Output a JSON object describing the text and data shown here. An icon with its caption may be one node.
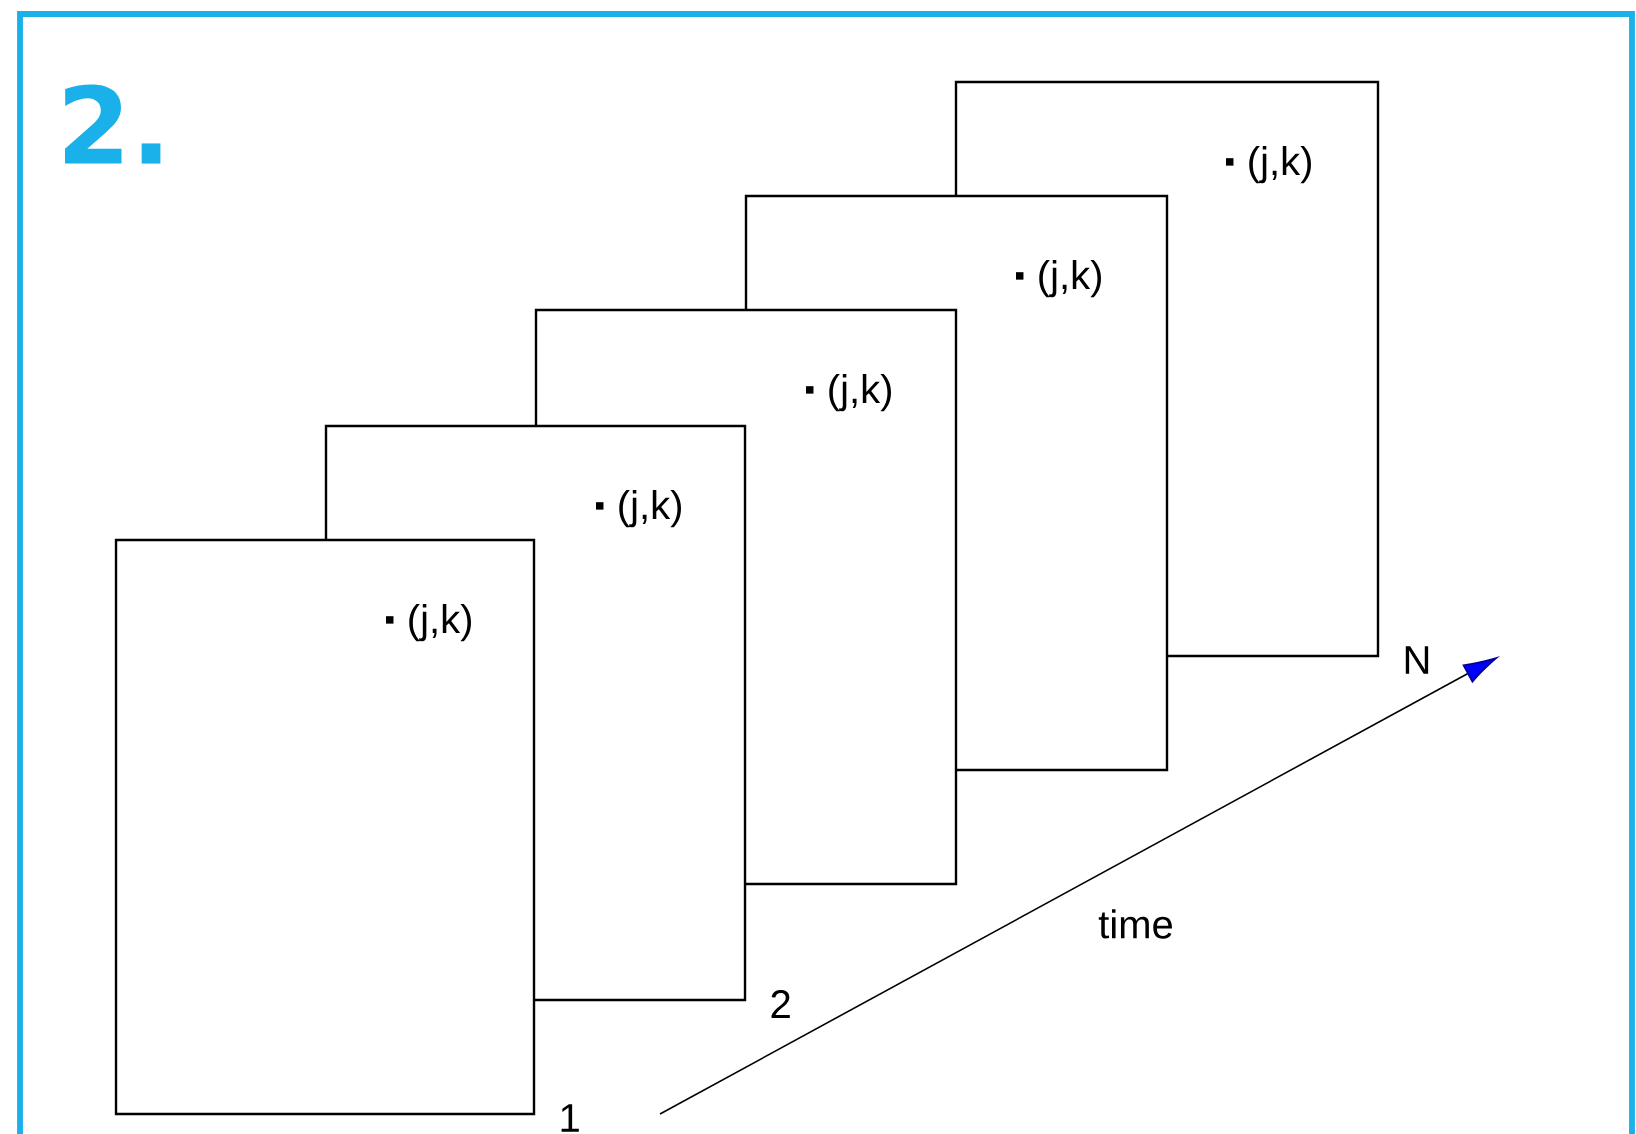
{
  "diagram": {
    "title": "2.",
    "nodes": [
      {
        "text": [
          "(j,k)"
        ],
        "beside": [
          "1"
        ]
      },
      {
        "text": [
          "(j,k)"
        ],
        "beside": [
          "2"
        ]
      },
      {
        "text": [
          "(j,k)"
        ]
      },
      {
        "text": [
          "(j,k)"
        ]
      },
      {
        "text": [
          "(j,k)"
        ],
        "beside": [
          "N"
        ]
      }
    ],
    "labels": [
      "time"
    ]
  }
}
